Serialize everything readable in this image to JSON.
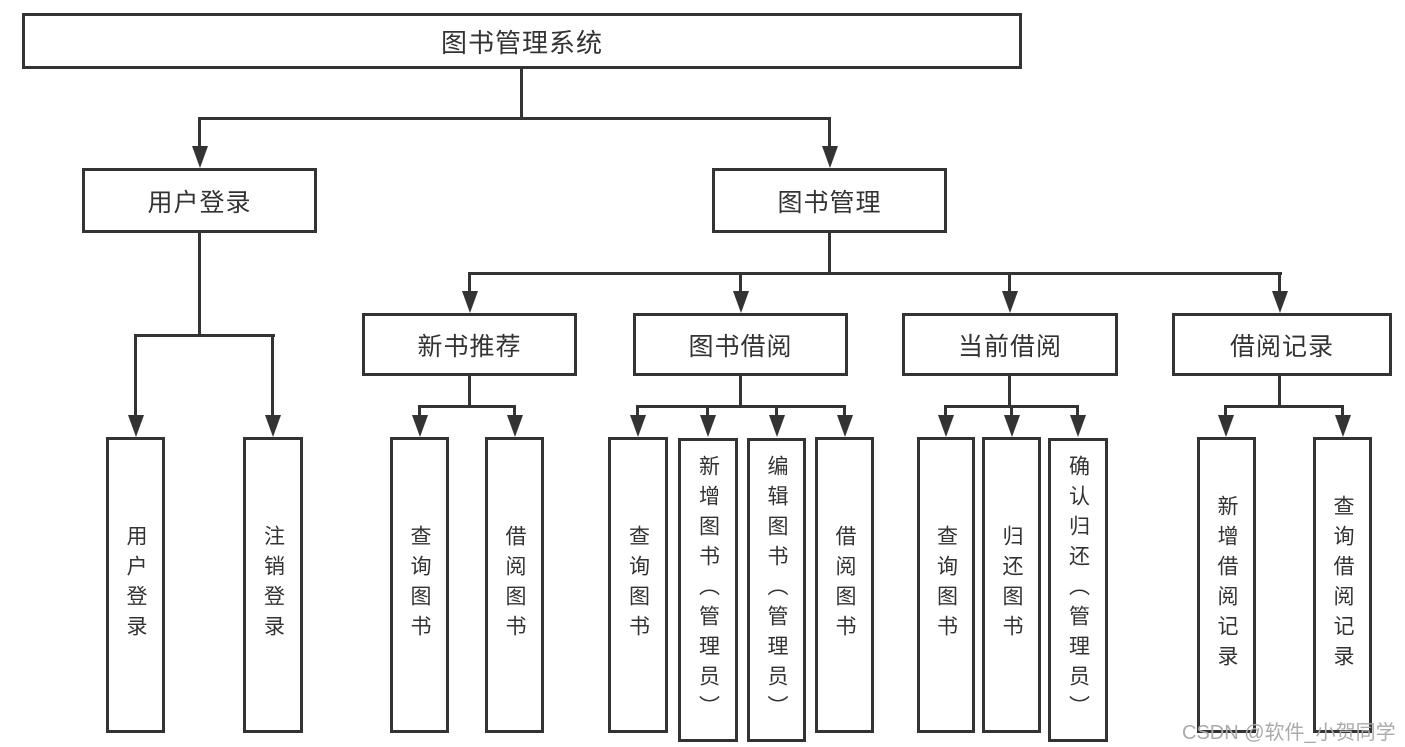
{
  "diagram": {
    "root": {
      "label": "图书管理系统"
    },
    "level2": [
      {
        "label": "用户登录"
      },
      {
        "label": "图书管理"
      }
    ],
    "level3": [
      {
        "label": "新书推荐"
      },
      {
        "label": "图书借阅"
      },
      {
        "label": "当前借阅"
      },
      {
        "label": "借阅记录"
      }
    ],
    "leaves": {
      "user_login": [
        "用户登录",
        "注销登录"
      ],
      "new_book_recommend": [
        "查询图书",
        "借阅图书"
      ],
      "book_borrow": [
        "查询图书",
        "新增图书（管理员）",
        "编辑图书（管理员）",
        "借阅图书"
      ],
      "current_borrow": [
        "查询图书",
        "归还图书",
        "确认归还（管理员）"
      ],
      "borrow_record": [
        "新增借阅记录",
        "查询借阅记录"
      ]
    }
  },
  "watermark": {
    "text": "CSDN @软件_小贺同学",
    "color": "#ababab"
  },
  "colors": {
    "line": "#333333",
    "text": "#333333",
    "background": "#ffffff"
  }
}
